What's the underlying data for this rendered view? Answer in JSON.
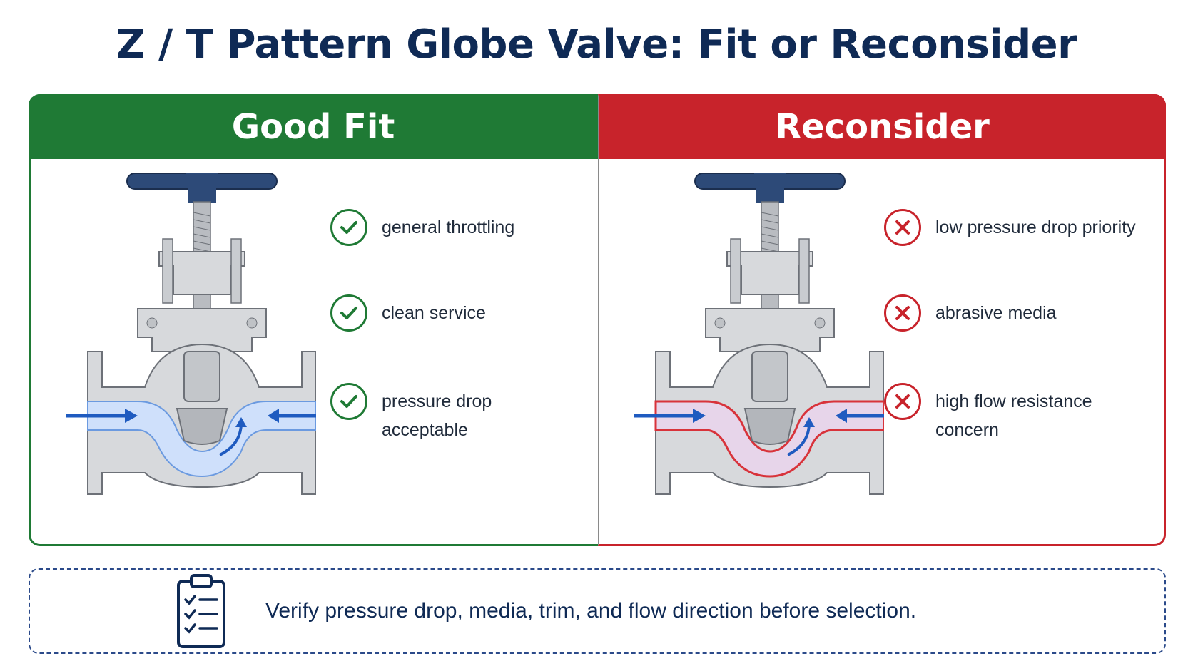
{
  "title": "Z / T Pattern Globe Valve: Fit or Reconsider",
  "panels": {
    "good": {
      "header": "Good Fit",
      "accent_color": "#1f7a35",
      "items_icon": "check-icon",
      "items": [
        {
          "label": "general throttling"
        },
        {
          "label": "clean service"
        },
        {
          "label": "pressure drop acceptable"
        }
      ]
    },
    "bad": {
      "header": "Reconsider",
      "accent_color": "#c8232b",
      "items_icon": "cross-icon",
      "items": [
        {
          "label": "low pressure drop priority"
        },
        {
          "label": "abrasive media"
        },
        {
          "label": "high flow resistance concern"
        }
      ]
    }
  },
  "note": {
    "icon": "clipboard-checklist-icon",
    "text": "Verify pressure drop, media, trim, and flow direction before selection."
  },
  "colors": {
    "title": "#0f2a55",
    "flow_blue": "#1f5bc0",
    "valve_body": "#d7d9dc",
    "handwheel": "#2d4a78"
  }
}
